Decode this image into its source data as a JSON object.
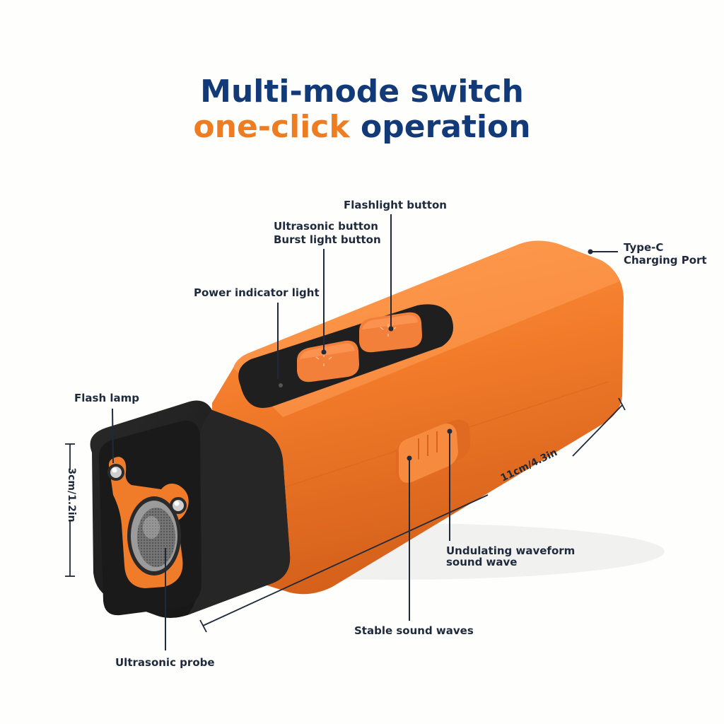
{
  "title": {
    "line1": "Multi-mode switch",
    "line2_accent": "one-click",
    "line2_rest": "operation"
  },
  "callouts": {
    "flashlight_button": "Flashlight button",
    "ultrasonic_button": "Ultrasonic button",
    "burst_light_button": "Burst light button",
    "power_indicator": "Power indicator light",
    "type_c_line1": "Type-C",
    "type_c_line2": "Charging Port",
    "flash_lamp": "Flash lamp",
    "ultrasonic_probe": "Ultrasonic probe",
    "undulating_line1": "Undulating waveform",
    "undulating_line2": "sound wave",
    "stable_waves": "Stable sound waves"
  },
  "dimensions": {
    "height": "3cm/1.2in",
    "length": "11cm/4.3in"
  },
  "colors": {
    "title_blue": "#123a78",
    "accent_orange": "#ee7d22",
    "body_orange": "#f07c2a",
    "cap_black": "#1c1c1c"
  }
}
